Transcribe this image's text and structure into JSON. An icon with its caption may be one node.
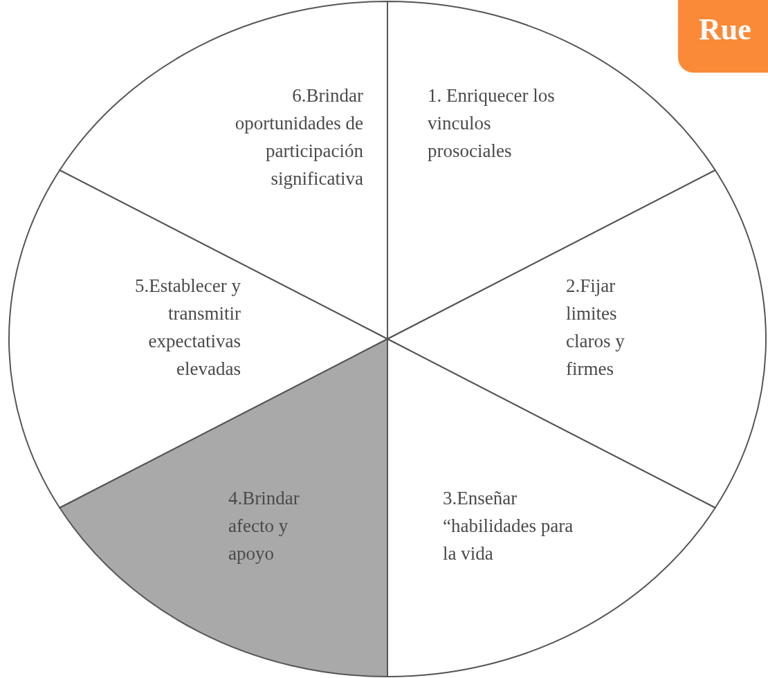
{
  "diagram": {
    "title": "Rue",
    "nodes": [
      {
        "text": [
          "6.Brindar oportunidades de participación significativa"
        ]
      },
      {
        "text": [
          "1. Enriquecer los vinculos prosociales"
        ]
      },
      {
        "text": [
          "5.Establecer y transmitir expectativas elevadas"
        ]
      },
      {
        "text": [
          "2.Fijar limites claros y firmes"
        ]
      },
      {
        "text": [
          "4.Brindar afecto y apoyo"
        ]
      },
      {
        "text": [
          "3.Enseñar “habilidades para la vida"
        ]
      }
    ],
    "edges": []
  }
}
